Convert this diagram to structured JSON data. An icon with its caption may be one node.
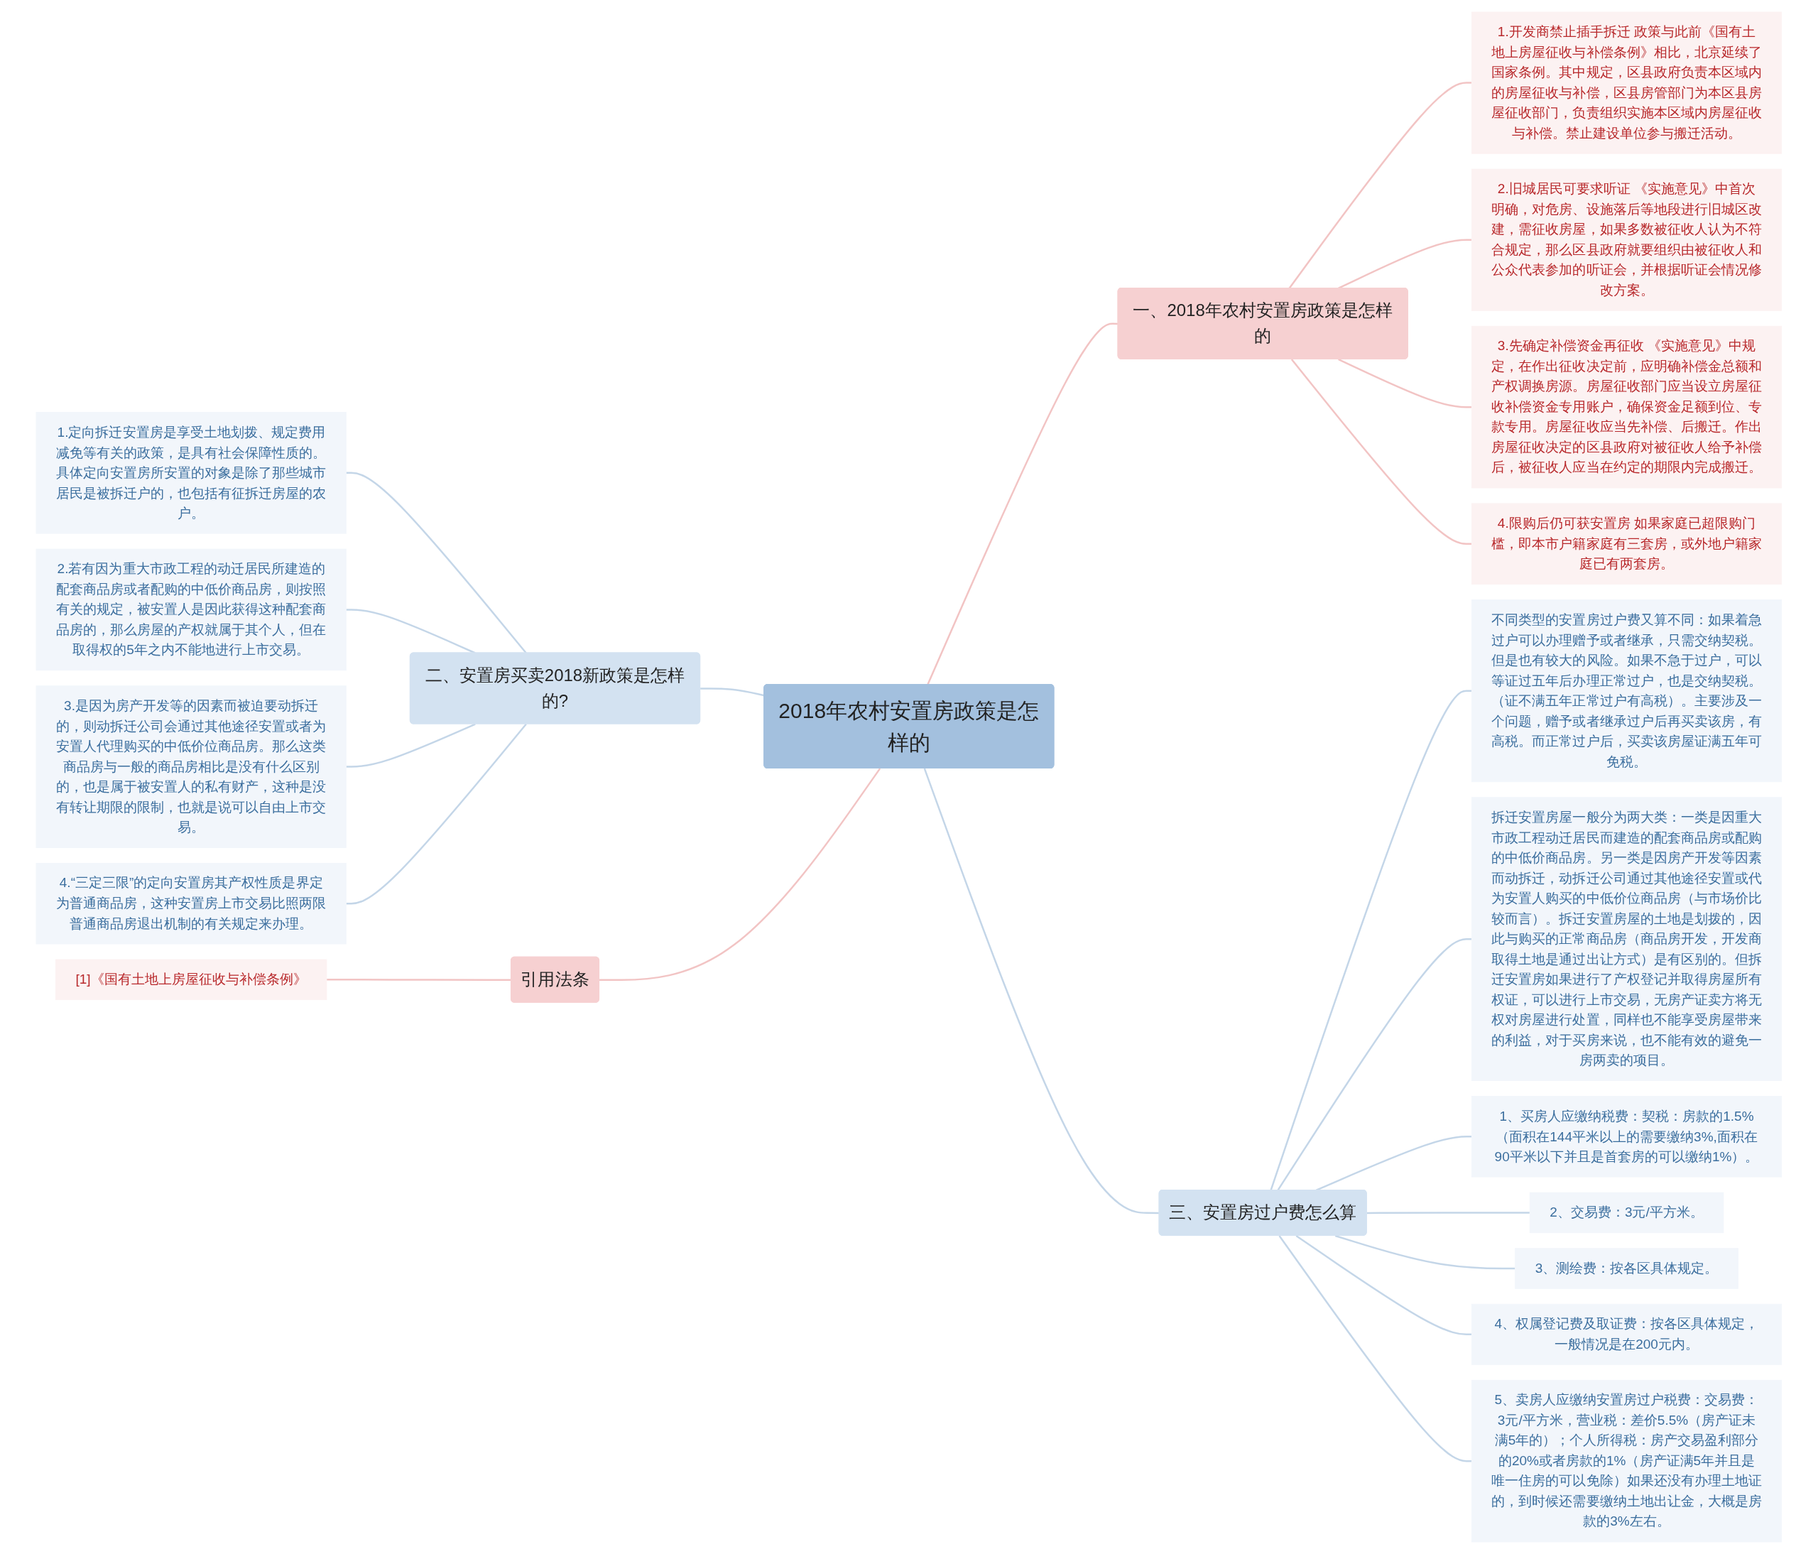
{
  "diagram": {
    "nodes": [
      {
        "text": [
          "2018年农村安置房政策是怎样的"
        ]
      },
      {
        "text": [
          "一、2018年农村安置房政策是怎样的"
        ]
      },
      {
        "text": [
          "1.开发商禁止插手拆迁 政策与此前《国有土地上房屋征收与补偿条例》相比，北京延续了国家条例。其中规定，区县政府负责本区域内的房屋征收与补偿，区县房管部门为本区县房屋征收部门，负责组织实施本区域内房屋征收与补偿。禁止建设单位参与搬迁活动。"
        ]
      },
      {
        "text": [
          "2.旧城居民可要求听证 《实施意见》中首次明确，对危房、设施落后等地段进行旧城区改建，需征收房屋，如果多数被征收人认为不符合规定，那么区县政府就要组织由被征收人和公众代表参加的听证会，并根据听证会情况修改方案。"
        ]
      },
      {
        "text": [
          "3.先确定补偿资金再征收 《实施意见》中规定，在作出征收决定前，应明确补偿金总额和产权调换房源。房屋征收部门应当设立房屋征收补偿资金专用账户，确保资金足额到位、专款专用。房屋征收应当先补偿、后搬迁。作出房屋征收决定的区县政府对被征收人给予补偿后，被征收人应当在约定的期限内完成搬迁。"
        ]
      },
      {
        "text": [
          "4.限购后仍可获安置房 如果家庭已超限购门槛，即本市户籍家庭有三套房，或外地户籍家庭已有两套房。"
        ]
      },
      {
        "text": [
          "二、安置房买卖2018新政策是怎样的?"
        ]
      },
      {
        "text": [
          "1.定向拆迁安置房是享受土地划拨、规定费用减免等有关的政策，是具有社会保障性质的。具体定向安置房所安置的对象是除了那些城市居民是被拆迁户的，也包括有征拆迁房屋的农户。"
        ]
      },
      {
        "text": [
          "2.若有因为重大市政工程的动迁居民所建造的配套商品房或者配购的中低价商品房，则按照有关的规定，被安置人是因此获得这种配套商品房的，那么房屋的产权就属于其个人，但在取得权的5年之内不能地进行上市交易。"
        ]
      },
      {
        "text": [
          "3.是因为房产开发等的因素而被迫要动拆迁的，则动拆迁公司会通过其他途径安置或者为安置人代理购买的中低价位商品房。那么这类商品房与一般的商品房相比是没有什么区别的，也是属于被安置人的私有财产，这种是没有转让期限的限制，也就是说可以自由上市交易。"
        ]
      },
      {
        "text": [
          "4.“三定三限”的定向安置房其产权性质是界定为普通商品房，这种安置房上市交易比照两限普通商品房退出机制的有关规定来办理。"
        ]
      },
      {
        "text": [
          "三、安置房过户费怎么算"
        ]
      },
      {
        "text": [
          "不同类型的安置房过户费又算不同：如果着急过户可以办理赠予或者继承，只需交纳契税。但是也有较大的风险。如果不急于过户，可以等证过五年后办理正常过户，也是交纳契税。（证不满五年正常过户有高税）。主要涉及一个问题，赠予或者继承过户后再买卖该房，有高税。而正常过户后，买卖该房屋证满五年可免税。"
        ]
      },
      {
        "text": [
          "拆迁安置房屋一般分为两大类：一类是因重大市政工程动迁居民而建造的配套商品房或配购的中低价商品房。另一类是因房产开发等因素而动拆迁，动拆迁公司通过其他途径安置或代为安置人购买的中低价位商品房（与市场价比较而言）。拆迁安置房屋的土地是划拨的，因此与购买的正常商品房（商品房开发，开发商取得土地是通过出让方式）是有区别的。但拆迁安置房如果进行了产权登记并取得房屋所有权证，可以进行上市交易，无房产证卖方将无权对房屋进行处置，同样也不能享受房屋带来的利益，对于买房来说，也不能有效的避免一房两卖的项目。"
        ]
      },
      {
        "text": [
          "1、买房人应缴纳税费：契税：房款的1.5%（面积在144平米以上的需要缴纳3%,面积在90平米以下并且是首套房的可以缴纳1%）。"
        ]
      },
      {
        "text": [
          "2、交易费：3元/平方米。"
        ]
      },
      {
        "text": [
          "3、测绘费：按各区具体规定。"
        ]
      },
      {
        "text": [
          "4、权属登记费及取证费：按各区具体规定，一般情况是在200元内。"
        ]
      },
      {
        "text": [
          "5、卖房人应缴纳安置房过户税费：交易费：3元/平方米，营业税：差价5.5%（房产证未满5年的）；个人所得税：房产交易盈利部分的20%或者房款的1%（房产证满5年并且是唯一住房的可以免除）如果还没有办理土地证的，到时候还需要缴纳土地出让金，大概是房款的3%左右。"
        ]
      },
      {
        "text": [
          "引用法条"
        ]
      },
      {
        "text": [
          "[1]《国有土地上房屋征收与补偿条例》"
        ]
      }
    ],
    "edges": [
      {
        "from": 0,
        "to": 1,
        "arrow": "none",
        "color": "#f2c4c4"
      },
      {
        "from": 1,
        "to": 2,
        "arrow": "none",
        "color": "#f2c4c4"
      },
      {
        "from": 1,
        "to": 3,
        "arrow": "none",
        "color": "#f2c4c4"
      },
      {
        "from": 1,
        "to": 4,
        "arrow": "none",
        "color": "#f2c4c4"
      },
      {
        "from": 1,
        "to": 5,
        "arrow": "none",
        "color": "#f2c4c4"
      },
      {
        "from": 0,
        "to": 6,
        "arrow": "none"
      },
      {
        "from": 6,
        "to": 7,
        "arrow": "none"
      },
      {
        "from": 6,
        "to": 8,
        "arrow": "none"
      },
      {
        "from": 6,
        "to": 9,
        "arrow": "none"
      },
      {
        "from": 6,
        "to": 10,
        "arrow": "none"
      },
      {
        "from": 0,
        "to": 11,
        "arrow": "none"
      },
      {
        "from": 11,
        "to": 12,
        "arrow": "none"
      },
      {
        "from": 11,
        "to": 13,
        "arrow": "none"
      },
      {
        "from": 11,
        "to": 14,
        "arrow": "none"
      },
      {
        "from": 11,
        "to": 15,
        "arrow": "none"
      },
      {
        "from": 11,
        "to": 16,
        "arrow": "none"
      },
      {
        "from": 11,
        "to": 17,
        "arrow": "none"
      },
      {
        "from": 11,
        "to": 18,
        "arrow": "none"
      },
      {
        "from": 0,
        "to": 19,
        "arrow": "none",
        "color": "#f2c4c4"
      },
      {
        "from": 19,
        "to": 20,
        "arrow": "none",
        "color": "#f2c4c4"
      }
    ]
  }
}
